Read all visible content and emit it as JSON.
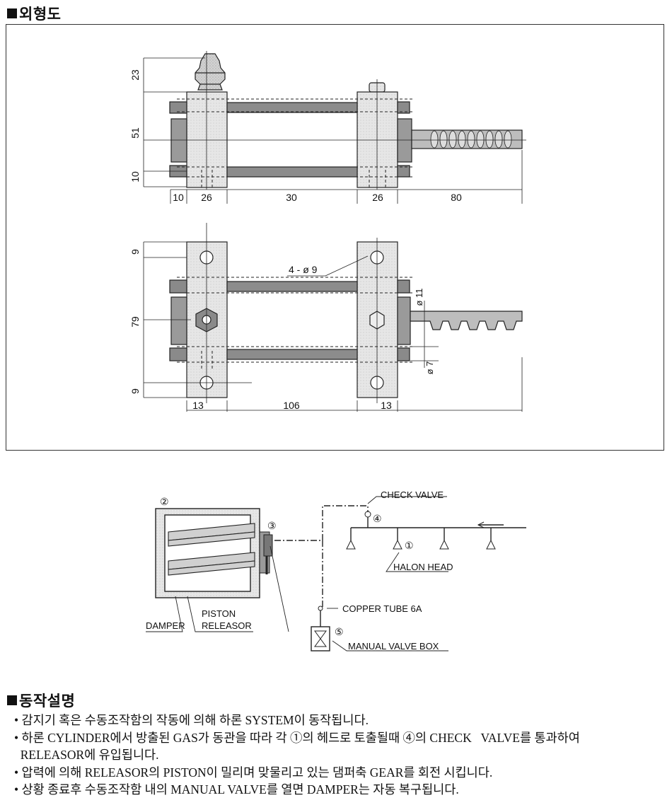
{
  "outline": {
    "title": "외형도",
    "dims_top": {
      "left": [
        "23",
        "51",
        "10"
      ],
      "bottom": [
        "10",
        "26",
        "30",
        "26",
        "80"
      ]
    },
    "dims_front": {
      "left": [
        "9",
        "79",
        "9"
      ],
      "bottom": [
        "13",
        "106",
        "13"
      ],
      "hole_callout": "4 - ø 9",
      "diam_11": "ø 11",
      "diam_7": "ø 7"
    }
  },
  "system": {
    "nums": [
      "②",
      "③",
      "④",
      "①",
      "⑤"
    ],
    "labels": {
      "check_valve": "CHECK VALVE",
      "halon_head": "HALON HEAD",
      "copper_tube": "COPPER TUBE 6A",
      "manual_valve_box": "MANUAL VALVE BOX",
      "damper": "DAMPER",
      "piston_line1": "PISTON",
      "piston_line2": "RELEASOR"
    }
  },
  "operation": {
    "title": "동작설명",
    "items": [
      "• 감지기 혹은 수동조작함의 작동에 의해 하론 SYSTEM이 동작됩니다.",
      "• 하론 CYLINDER에서 방출된 GAS가 동관을 따라 각 ①의 헤드로 토출될때 ④의 CHECK   VALVE를 통과하여",
      "  RELEASOR에 유입됩니다.",
      "• 압력에 의해 RELEASOR의 PISTON이 밀리며 맞물리고 있는 댐퍼축 GEAR를 회전 시킵니다.",
      "• 상황 종료후 수동조작함 내의 MANUAL VALVE를 열면 DAMPER는 자동 복구됩니다."
    ]
  }
}
